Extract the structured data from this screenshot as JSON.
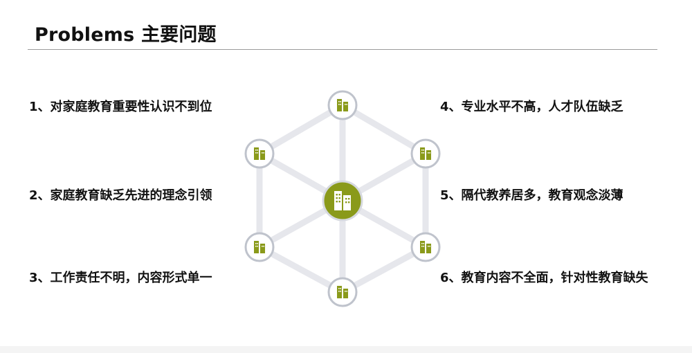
{
  "header": {
    "title": "Problems 主要问题"
  },
  "problems": {
    "left": [
      {
        "label": "1、对家庭教育重要性认识不到位"
      },
      {
        "label": "2、家庭教育缺乏先进的理念引领"
      },
      {
        "label": "3、工作责任不明，内容形式单一"
      }
    ],
    "right": [
      {
        "label": "4、专业水平不高，人才队伍缺乏"
      },
      {
        "label": "5、隔代教养居多，教育观念淡薄"
      },
      {
        "label": "6、教育内容不全面，针对性教育缺失"
      }
    ]
  },
  "diagram": {
    "center_icon": "building-icon",
    "node_icon": "building-icon",
    "accent_color": "#8a9a1a",
    "line_color": "#e6e7ec",
    "node_ring_color": "#bfc3cc"
  }
}
